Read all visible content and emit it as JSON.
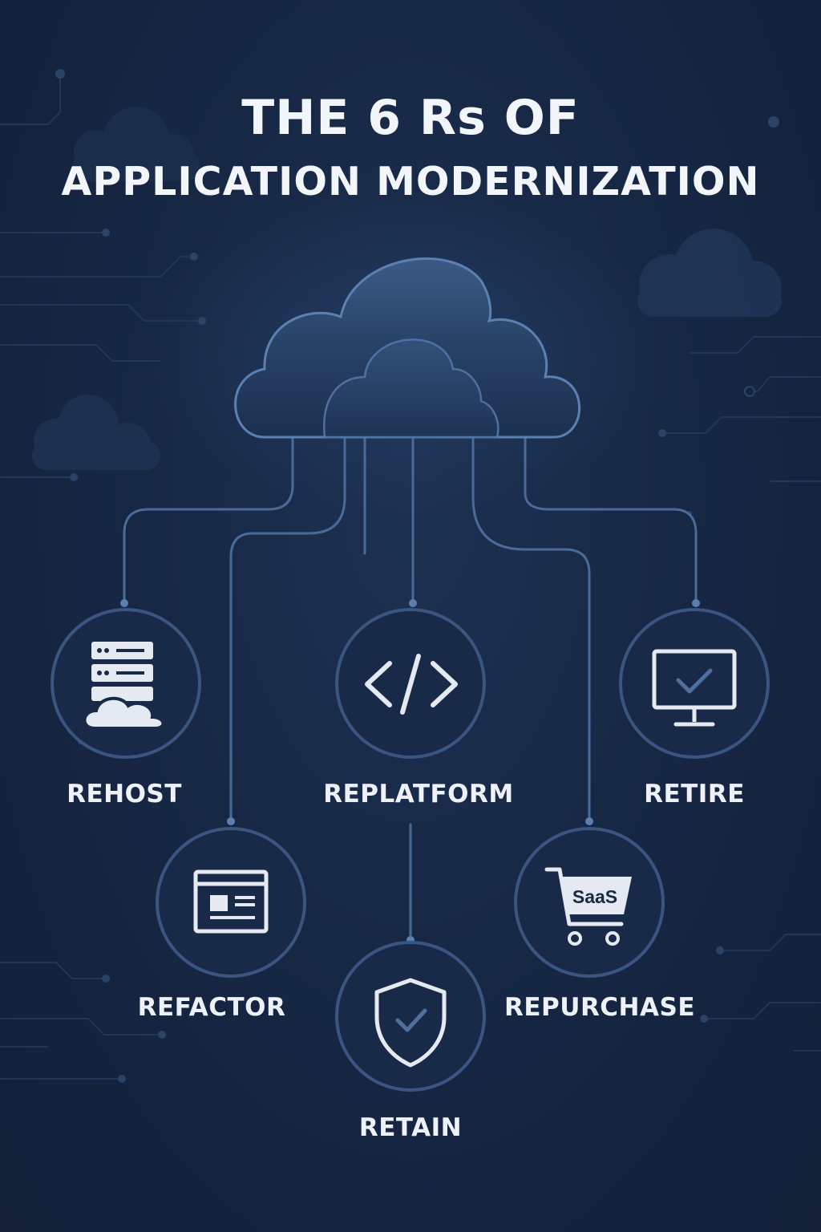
{
  "title": {
    "line1": "THE 6 Rs OF",
    "line2": "APPLICATION MODERNIZATION"
  },
  "colors": {
    "background": "#16253f",
    "cloud_fill": "#2b4468",
    "cloud_stroke": "#5d82b4",
    "connector": "#4f6f9c",
    "circle_stroke": "#3f5b84",
    "icon": "#e4e9f2",
    "text": "#eef2f8"
  },
  "strategies": [
    {
      "id": "rehost",
      "label": "REHOST",
      "icon": "server-cloud-icon"
    },
    {
      "id": "refactor",
      "label": "REFACTOR",
      "icon": "window-layout-icon"
    },
    {
      "id": "replatform",
      "label": "REPLATFORM",
      "icon": "code-brackets-icon"
    },
    {
      "id": "retain",
      "label": "RETAIN",
      "icon": "shield-check-icon"
    },
    {
      "id": "repurchase",
      "label": "REPURCHASE",
      "icon": "saas-cart-icon",
      "icon_text": "SaaS"
    },
    {
      "id": "retire",
      "label": "RETIRE",
      "icon": "monitor-check-icon"
    }
  ]
}
